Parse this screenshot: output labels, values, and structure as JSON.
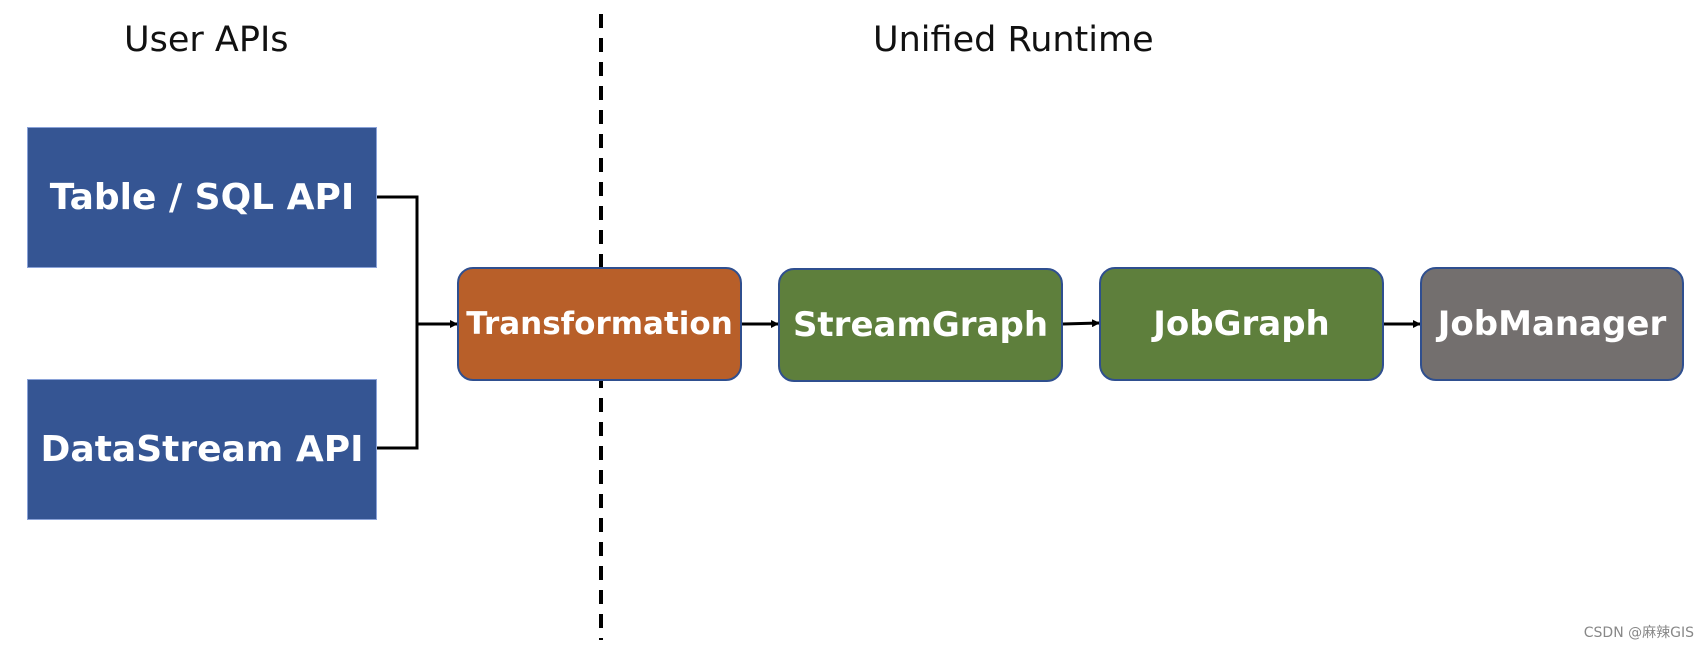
{
  "headings": {
    "left": "User APIs",
    "right": "Unified Runtime"
  },
  "apis": {
    "table_sql": "Table / SQL API",
    "datastream": "DataStream API"
  },
  "nodes": {
    "transformation": "Transformation",
    "streamgraph": "StreamGraph",
    "jobgraph": "JobGraph",
    "jobmanager": "JobManager"
  },
  "colors": {
    "api_blue": "#355593",
    "transformation_orange": "#b85f29",
    "graph_green": "#5e7f3c",
    "jobmanager_gray": "#736f6e",
    "edge_black": "#000000"
  },
  "watermark": "CSDN @麻辣GIS"
}
